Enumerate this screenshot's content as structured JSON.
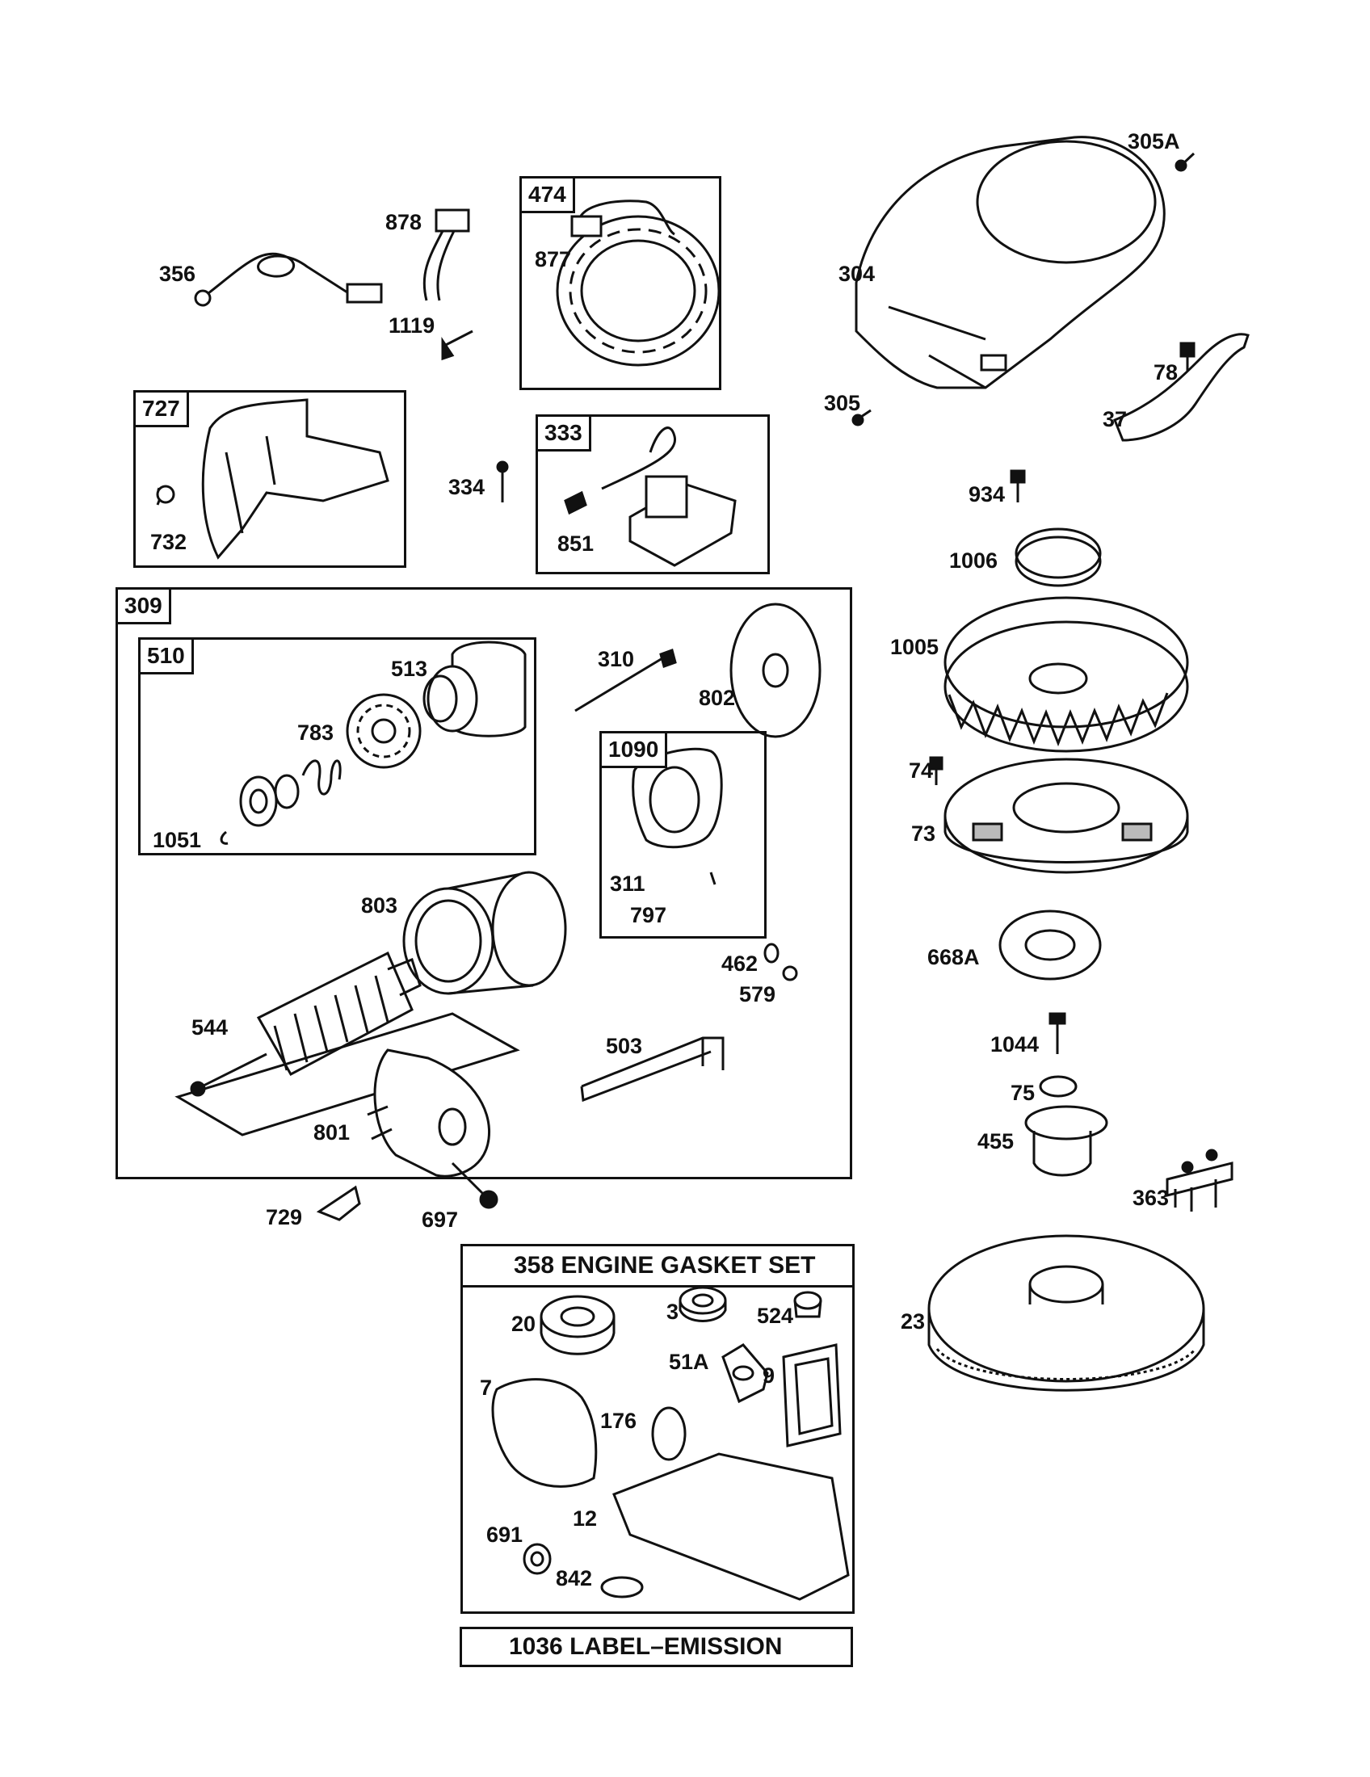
{
  "part_labels": {
    "p305A": "305A",
    "p304": "304",
    "p305": "305",
    "p78": "78",
    "p37": "37",
    "p934": "934",
    "p1006": "1006",
    "p1005": "1005",
    "p74": "74",
    "p73": "73",
    "p668A": "668A",
    "p1044": "1044",
    "p75": "75",
    "p455": "455",
    "p363": "363",
    "p23": "23",
    "p878": "878",
    "p356": "356",
    "p1119": "1119",
    "p877": "877",
    "p732": "732",
    "p334": "334",
    "p851": "851",
    "p513": "513",
    "p783": "783",
    "p1051": "1051",
    "p310": "310",
    "p802": "802",
    "p311": "311",
    "p797": "797",
    "p803": "803",
    "p462": "462",
    "p579": "579",
    "p544": "544",
    "p503": "503",
    "p801": "801",
    "p729": "729",
    "p697": "697",
    "p20": "20",
    "p3": "3",
    "p524": "524",
    "p7": "7",
    "p51A": "51A",
    "p9": "9",
    "p176": "176",
    "p12": "12",
    "p691": "691",
    "p842": "842"
  },
  "groups": {
    "g474": "474",
    "g727": "727",
    "g333": "333",
    "g309": "309",
    "g510": "510",
    "g1090": "1090"
  },
  "kits": {
    "gasket_set": "358 ENGINE GASKET SET",
    "emission_label": "1036 LABEL–EMISSION"
  }
}
